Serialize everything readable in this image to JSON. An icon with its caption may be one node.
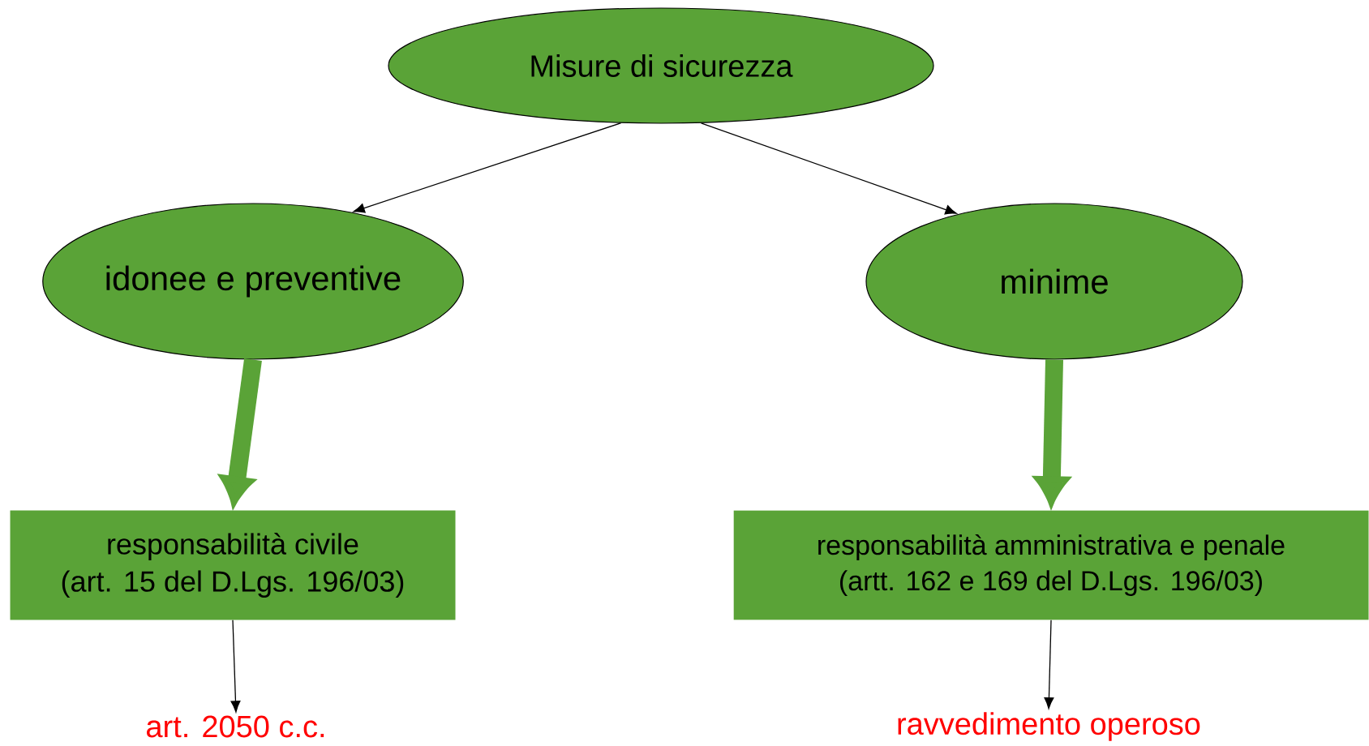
{
  "diagram": {
    "nodes": [
      {
        "text": [
          "Misure di sicurezza"
        ]
      },
      {
        "text": [
          "idonee e preventive"
        ]
      },
      {
        "text": [
          "minime"
        ]
      },
      {
        "text": [
          "responsabilità civile",
          "(art. 15 del D.Lgs. 196/03)"
        ]
      },
      {
        "text": [
          "responsabilità amministrativa e penale",
          "(artt. 162 e 169 del D.Lgs. 196/03)"
        ]
      },
      {
        "text": [
          "art. 2050 c.c."
        ]
      },
      {
        "text": [
          "ravvedimento operoso"
        ]
      }
    ],
    "edges": [
      {
        "from": 0,
        "to": 1,
        "arrow": "to"
      },
      {
        "from": 0,
        "to": 2,
        "arrow": "to"
      },
      {
        "from": 1,
        "to": 3,
        "arrow": "to",
        "style": "thick",
        "color": "#5aa337"
      },
      {
        "from": 2,
        "to": 4,
        "arrow": "to",
        "style": "thick",
        "color": "#5aa337"
      },
      {
        "from": 3,
        "to": 5,
        "arrow": "to"
      },
      {
        "from": 4,
        "to": 6,
        "arrow": "to"
      }
    ]
  }
}
